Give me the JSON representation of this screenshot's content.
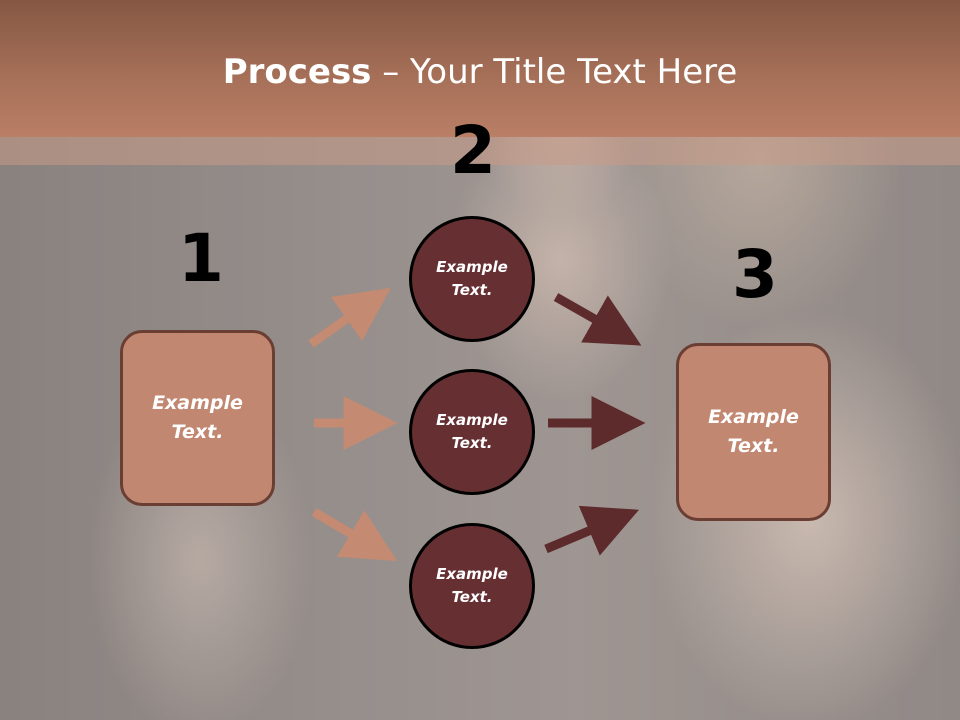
{
  "slide": {
    "title_bold": "Process",
    "title_rest": " – Your Title Text Here",
    "steps": {
      "one": "1",
      "two": "2",
      "three": "3"
    },
    "left_box": {
      "line1": "Example",
      "line2": "Text."
    },
    "right_box": {
      "line1": "Example",
      "line2": "Text."
    },
    "circles": [
      {
        "line1": "Example",
        "line2": "Text."
      },
      {
        "line1": "Example",
        "line2": "Text."
      },
      {
        "line1": "Example",
        "line2": "Text."
      }
    ]
  },
  "colors": {
    "title_bar": "#a87159",
    "box_fill": "#c28770",
    "box_border": "#6b3e33",
    "circle_fill": "#663033",
    "arrow_light": "#c48a72",
    "arrow_dark": "#5e2b2d"
  }
}
